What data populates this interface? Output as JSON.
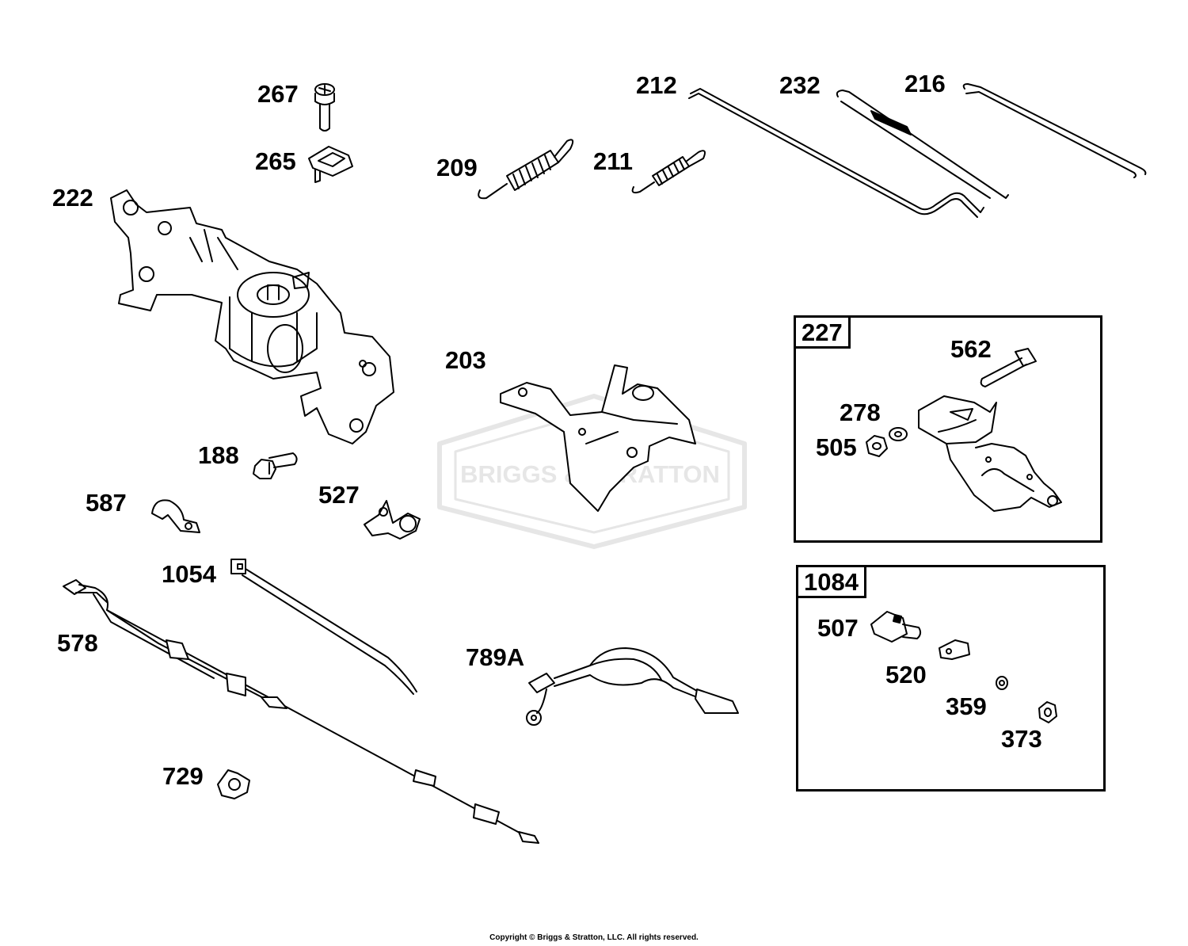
{
  "watermark": {
    "text": "BRIGGS & STRATTON",
    "color": "#e6e6e6"
  },
  "labels": {
    "p267": "267",
    "p265": "265",
    "p222": "222",
    "p209": "209",
    "p211": "211",
    "p212": "212",
    "p232": "232",
    "p216": "216",
    "p203": "203",
    "p188": "188",
    "p587": "587",
    "p527": "527",
    "p1054": "1054",
    "p578": "578",
    "p729": "729",
    "p789a": "789A",
    "p562": "562",
    "p278": "278",
    "p505": "505",
    "p507": "507",
    "p520": "520",
    "p359": "359",
    "p373": "373"
  },
  "kits": {
    "k227": {
      "label": "227"
    },
    "k1084": {
      "label": "1084"
    }
  },
  "footer": {
    "copyright": "Copyright © Briggs & Stratton, LLC. All rights reserved."
  },
  "colors": {
    "line": "#000000",
    "background": "#ffffff",
    "spring_body": "#000000"
  }
}
